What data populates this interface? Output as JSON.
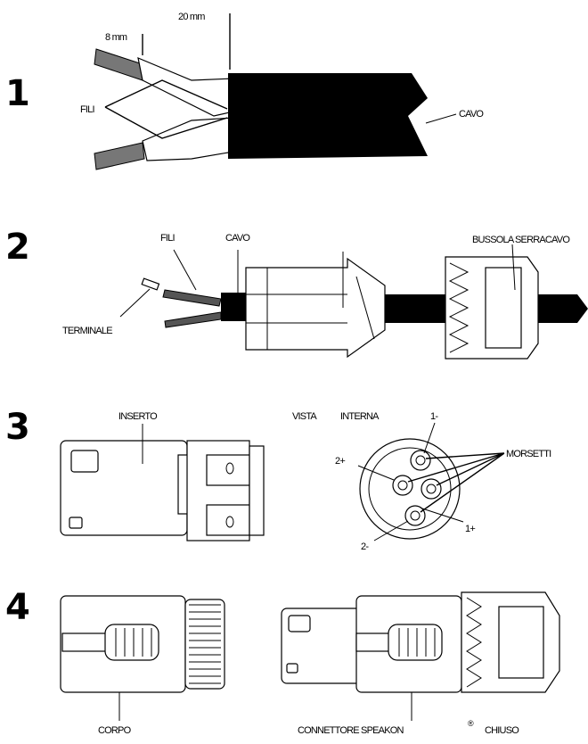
{
  "steps": [
    "1",
    "2",
    "3",
    "4"
  ],
  "step1": {
    "dim_8": "8 mm",
    "dim_20": "20 mm",
    "fili": "FILI",
    "cavo": "CAVO"
  },
  "step2": {
    "fili": "FILI",
    "cavo": "CAVO",
    "terminale": "TERMINALE",
    "bussola": "BUSSOLA SERRACAVO"
  },
  "step3": {
    "inserto": "INSERTO",
    "vista": "VISTA",
    "interna": "INTERNA",
    "morsetti": "MORSETTI",
    "pin_1m": "1-",
    "pin_2p": "2+",
    "pin_1p": "1+",
    "pin_2m": "2-"
  },
  "step4": {
    "corpo": "CORPO",
    "connettore": "CONNETTORE SPEAKON",
    "reg": "®",
    "chiuso": "CHIUSO"
  }
}
